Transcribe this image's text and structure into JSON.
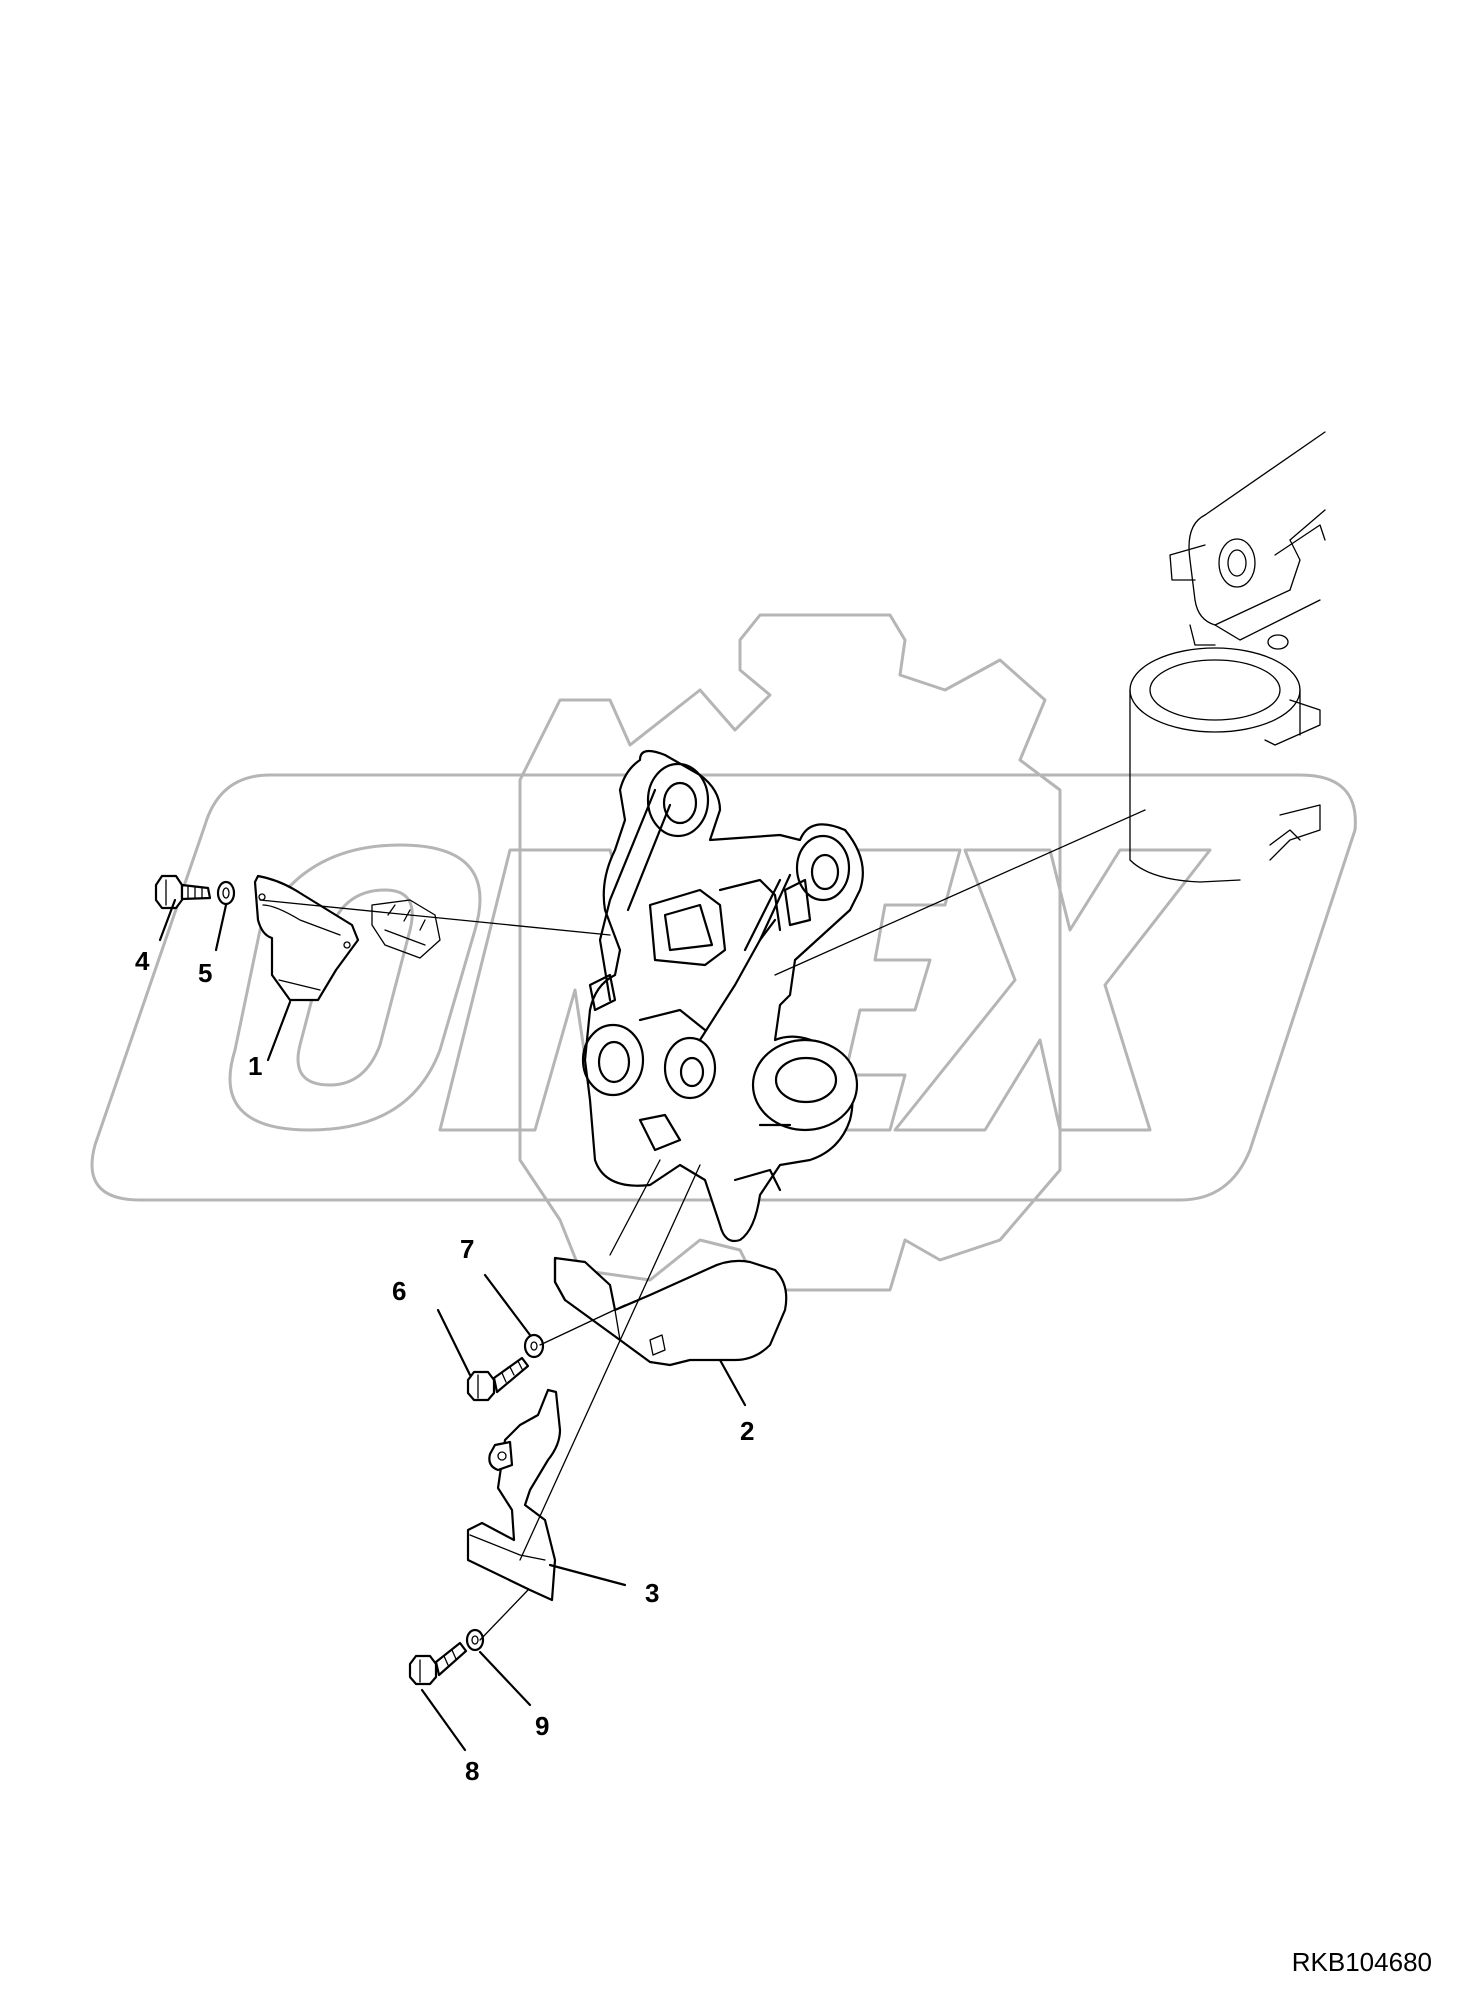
{
  "drawing_code": "RKB104680",
  "callouts": [
    {
      "id": "c1",
      "label": "1"
    },
    {
      "id": "c2",
      "label": "2"
    },
    {
      "id": "c3",
      "label": "3"
    },
    {
      "id": "c4",
      "label": "4"
    },
    {
      "id": "c5",
      "label": "5"
    },
    {
      "id": "c6",
      "label": "6"
    },
    {
      "id": "c7",
      "label": "7"
    },
    {
      "id": "c8",
      "label": "8"
    },
    {
      "id": "c9",
      "label": "9"
    }
  ],
  "watermark": {
    "text": "OMEX",
    "color": "#b5b5b5"
  }
}
